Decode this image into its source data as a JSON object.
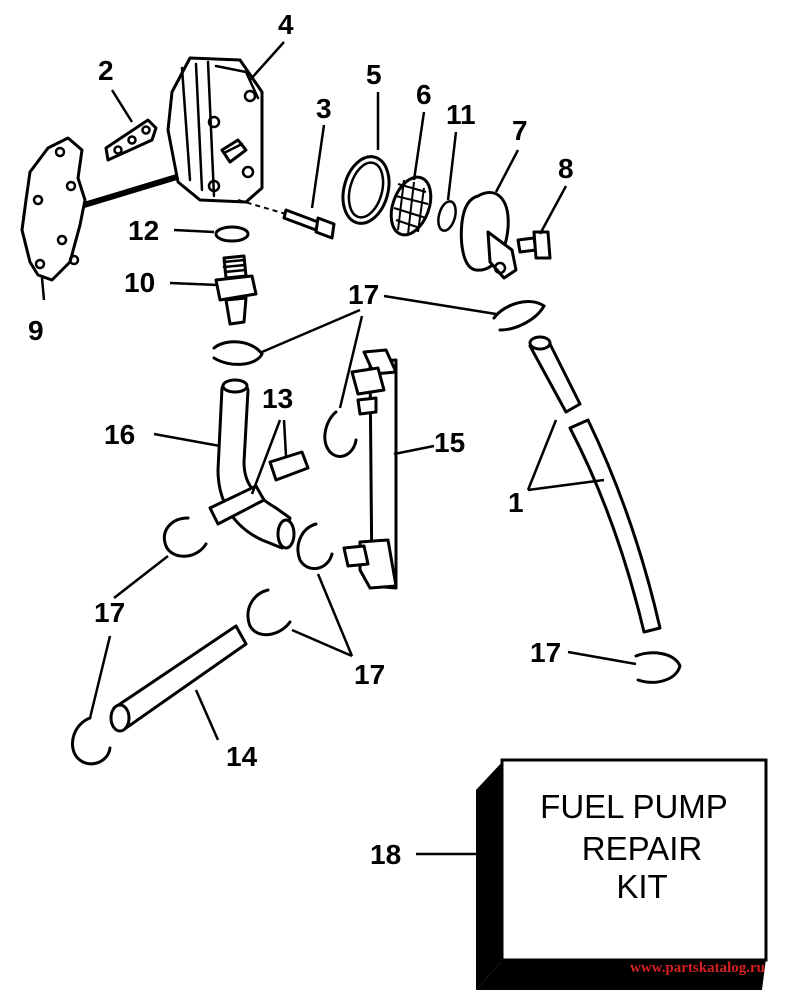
{
  "callouts": {
    "c1": "1",
    "c2": "2",
    "c3": "3",
    "c4": "4",
    "c5": "5",
    "c6": "6",
    "c7": "7",
    "c8": "8",
    "c9": "9",
    "c10": "10",
    "c11": "11",
    "c12": "12",
    "c13": "13",
    "c14": "14",
    "c15": "15",
    "c16": "16",
    "c17": "17",
    "c18": "18"
  },
  "kit": {
    "line1": "FUEL PUMP",
    "line2": "REPAIR",
    "line3": "KIT"
  },
  "watermark": "www.partskatalog.ru",
  "colors": {
    "ink": "#000000",
    "watermark": "#d62020",
    "background": "#ffffff"
  }
}
